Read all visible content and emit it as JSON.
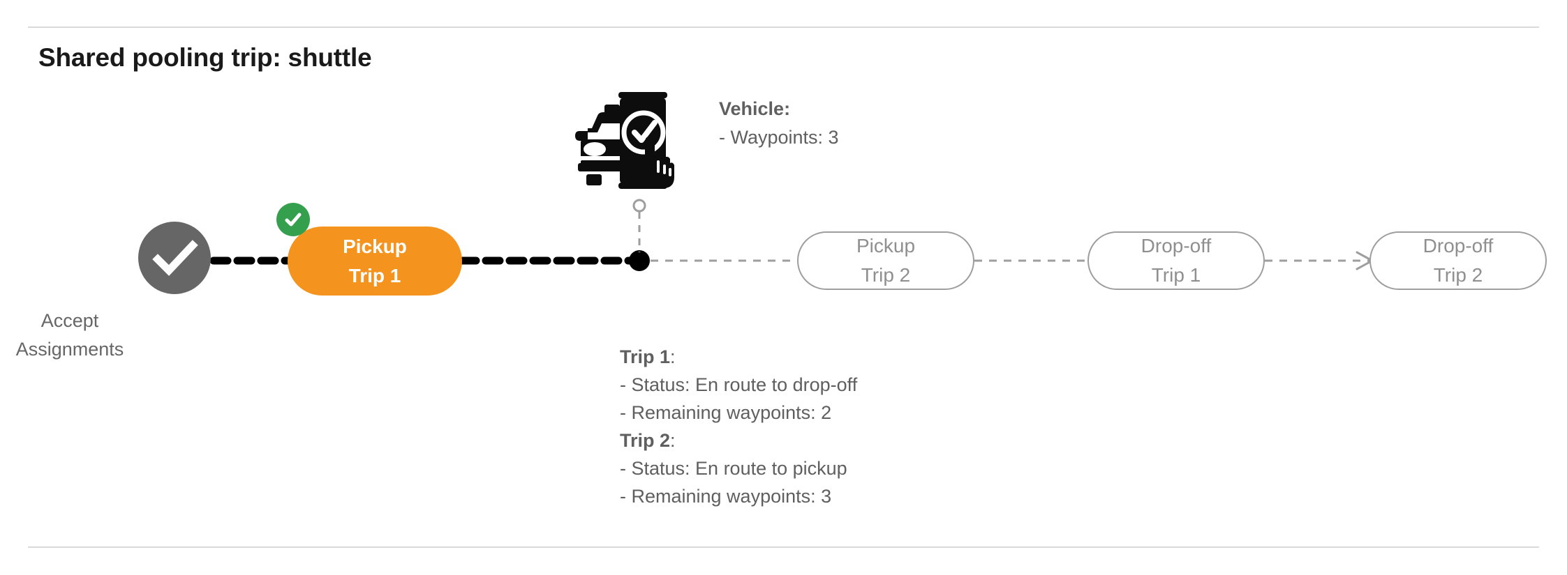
{
  "page": {
    "title": "Shared pooling trip: shuttle",
    "background": "#ffffff"
  },
  "colors": {
    "active_pill": "#F4941F",
    "pending_pill_border": "#9e9e9e",
    "pending_pill_text": "#8f8f8f",
    "accept_circle": "#666666",
    "badge_green": "#34A04E",
    "divider": "#d9d9d9",
    "body_text": "#5f5f5f",
    "vehicle_marker": "#000000"
  },
  "flow": {
    "start_node": {
      "icon": "check-circle-icon",
      "label_line1": "Accept",
      "label_line2": "Assignments",
      "state": "completed"
    },
    "nodes": [
      {
        "id": "pickup-trip-1",
        "line1": "Pickup",
        "line2": "Trip 1",
        "state": "active",
        "badge": "completed-check"
      },
      {
        "id": "pickup-trip-2",
        "line1": "Pickup",
        "line2": "Trip 2",
        "state": "pending",
        "badge": null
      },
      {
        "id": "dropoff-trip-1",
        "line1": "Drop-off",
        "line2": "Trip 1",
        "state": "pending",
        "badge": null
      },
      {
        "id": "dropoff-trip-2",
        "line1": "Drop-off",
        "line2": "Trip 2",
        "state": "pending",
        "badge": null
      }
    ]
  },
  "vehicle": {
    "icon": "car-phone-check-icon",
    "marker_icon": "vehicle-position-dot",
    "heading_label": "Vehicle",
    "heading_suffix": ":",
    "waypoints_line": "- Waypoints: 3"
  },
  "trips": {
    "trip1": {
      "heading": "Trip 1",
      "heading_suffix": ":",
      "status_line": "- Status:  En route to drop-off",
      "waypoints_line": "- Remaining waypoints: 2"
    },
    "trip2": {
      "heading": "Trip 2",
      "heading_suffix": ":",
      "status_line": "- Status:  En route to pickup",
      "waypoints_line": "- Remaining waypoints: 3"
    }
  }
}
